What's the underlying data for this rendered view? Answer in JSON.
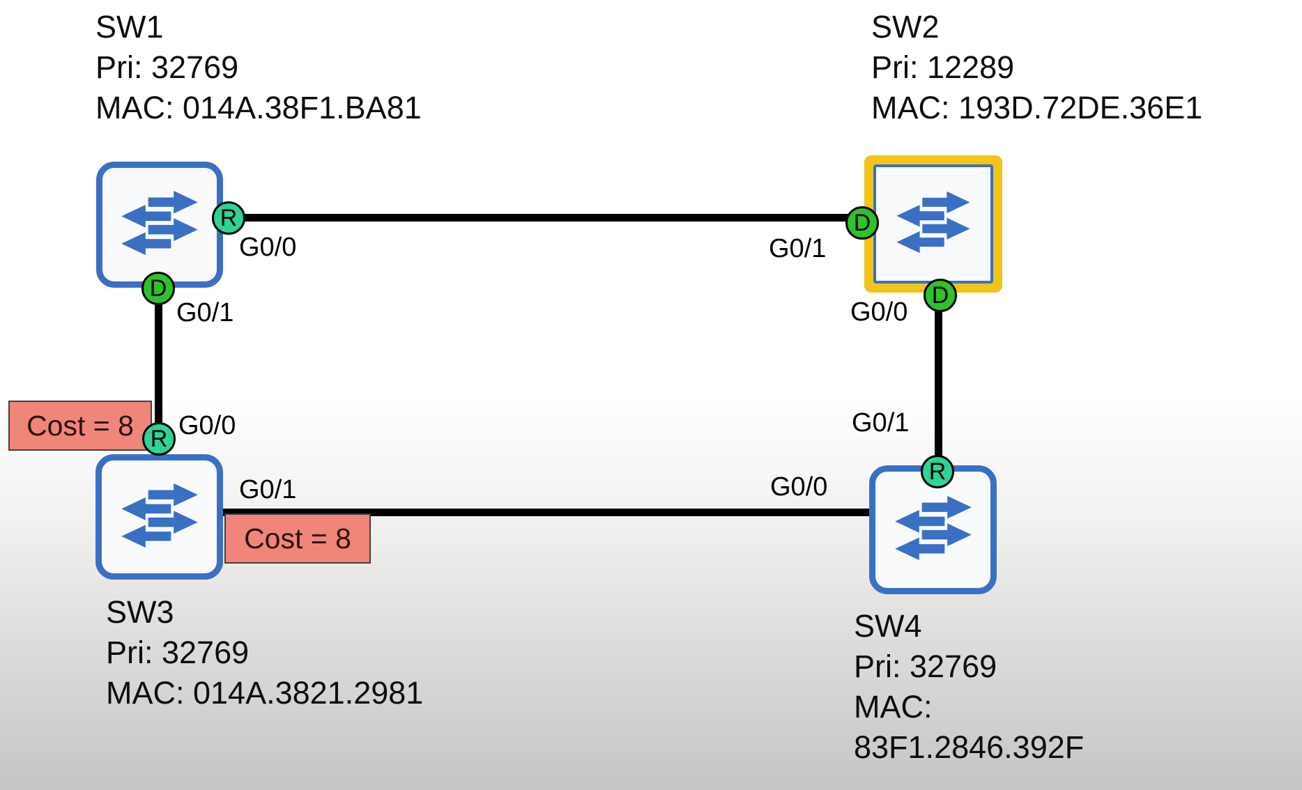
{
  "switches": {
    "sw1": {
      "name": "SW1",
      "pri": "Pri: 32769",
      "mac": "MAC: 014A.38F1.BA81"
    },
    "sw2": {
      "name": "SW2",
      "pri": "Pri: 12289",
      "mac": "MAC: 193D.72DE.36E1"
    },
    "sw3": {
      "name": "SW3",
      "pri": "Pri: 32769",
      "mac": "MAC: 014A.3821.2981"
    },
    "sw4": {
      "name": "SW4",
      "pri": "Pri: 32769",
      "mac_line1": "MAC:",
      "mac_line2": "83F1.2846.392F"
    }
  },
  "ports": {
    "sw1_g00": {
      "label": "G0/0",
      "role": "R"
    },
    "sw1_g01": {
      "label": "G0/1",
      "role": "D"
    },
    "sw2_g01": {
      "label": "G0/1",
      "role": "D"
    },
    "sw2_g00": {
      "label": "G0/0",
      "role": "D"
    },
    "sw3_g00": {
      "label": "G0/0",
      "role": "R"
    },
    "sw3_g01": {
      "label": "G0/1"
    },
    "sw4_g01": {
      "label": "G0/1",
      "role": "R"
    },
    "sw4_g00": {
      "label": "G0/0"
    }
  },
  "cost_labels": {
    "sw1_sw3_link": "Cost = 8",
    "sw3_sw4_link": "Cost = 8"
  },
  "colors": {
    "switch_blue": "#3a70c4",
    "root_bridge_highlight": "#f2c41a",
    "root_port_green": "#2ed494",
    "designated_port_green": "#2ec22c",
    "cost_label_bg": "#f0857a",
    "link_black": "#000000"
  }
}
